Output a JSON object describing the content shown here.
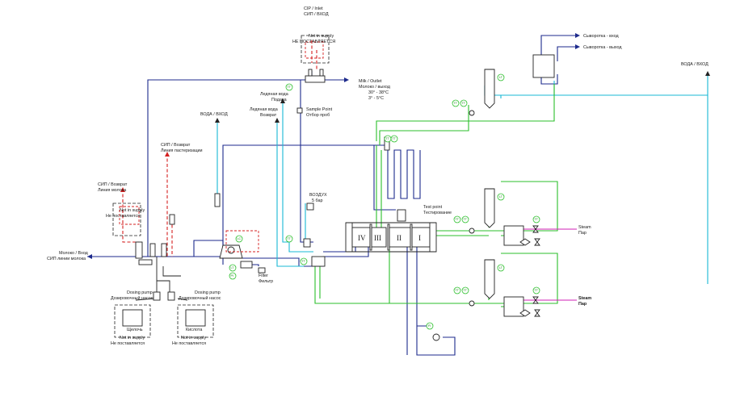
{
  "labels": {
    "cip_inlet": [
      "CIP / Inlet",
      "СИП / ВХОД"
    ],
    "not_in_supply_top": [
      "Not in supply",
      "НЕ ПОСТАВЛЯЕТСЯ"
    ],
    "milk_outlet": [
      "Milk / Outlet",
      "Молоко / выход",
      "30° - 38°C",
      "3° - 5°C"
    ],
    "sample_point": [
      "Sample Point",
      "Отбор проб"
    ],
    "ice_water_supply": [
      "Ледяная вода",
      "Подача"
    ],
    "ice_water_return": [
      "Ледяная вода",
      "Возврат"
    ],
    "water_inlet_left": [
      "ВОДА / ВХОД"
    ],
    "cip_return_past": [
      "СИП / Возврат",
      "Линия пастеризации"
    ],
    "cip_return_milk": [
      "СИП / Возврат",
      "Линия молока"
    ],
    "not_in_supply_left": [
      "Not in supply",
      "Не поставляется"
    ],
    "milk_inlet": [
      "Молоко / Вход",
      "СИП линии молока"
    ],
    "dosing_pump_1": [
      "Dosing pump",
      "Дозировочный насос"
    ],
    "dosing_pump_2": [
      "Dosing pump",
      "Дозировочный насос"
    ],
    "alkali": [
      "Щелочь"
    ],
    "acid": [
      "Кислота"
    ],
    "not_in_supply_alkali": [
      "Not in supply",
      "Не поставляется"
    ],
    "not_in_supply_acid": [
      "Not in supply",
      "Не поставляется"
    ],
    "filter": [
      "Filter",
      "Фильтр"
    ],
    "air": [
      "ВОЗДУХ",
      "5 бар"
    ],
    "test_point": [
      "Test point",
      "Тестирование"
    ],
    "whey_inlet": [
      "Сыворотка - вход"
    ],
    "whey_outlet": [
      "Сыворотка - выход"
    ],
    "water_inlet_right": [
      "ВОДА / ВХОД"
    ],
    "steam_1": [
      "Steam",
      "Пар"
    ],
    "steam_2": [
      "Steam",
      "Пар"
    ]
  },
  "sections": [
    "IV",
    "III",
    "II",
    "I"
  ],
  "instrument_tags": {
    "tt": "TT",
    "pi": "PI",
    "lt": "LT",
    "fi": "FI",
    "lc": "LC",
    "ps": "PS"
  },
  "colors": {
    "milk_line": "#1d2a8c",
    "water_line": "#19b8d6",
    "hot_water_line": "#2bbf2b",
    "steam_line": "#d21fb4",
    "cip_return_line": "#d42020"
  }
}
